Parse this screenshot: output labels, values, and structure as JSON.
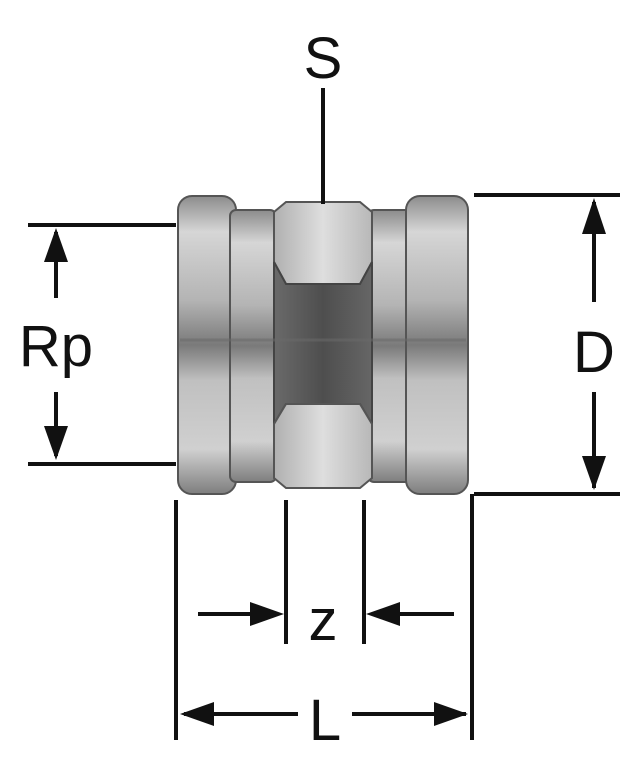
{
  "diagram": {
    "labels": {
      "s": "S",
      "rp": "Rp",
      "d": "D",
      "z": "z",
      "l": "L"
    },
    "colors": {
      "line": "#111111",
      "metal_light": "#d8d8d8",
      "metal_mid": "#a8a8a8",
      "metal_dark": "#6e6e6e",
      "hex_dark": "#5a5a5a"
    }
  }
}
